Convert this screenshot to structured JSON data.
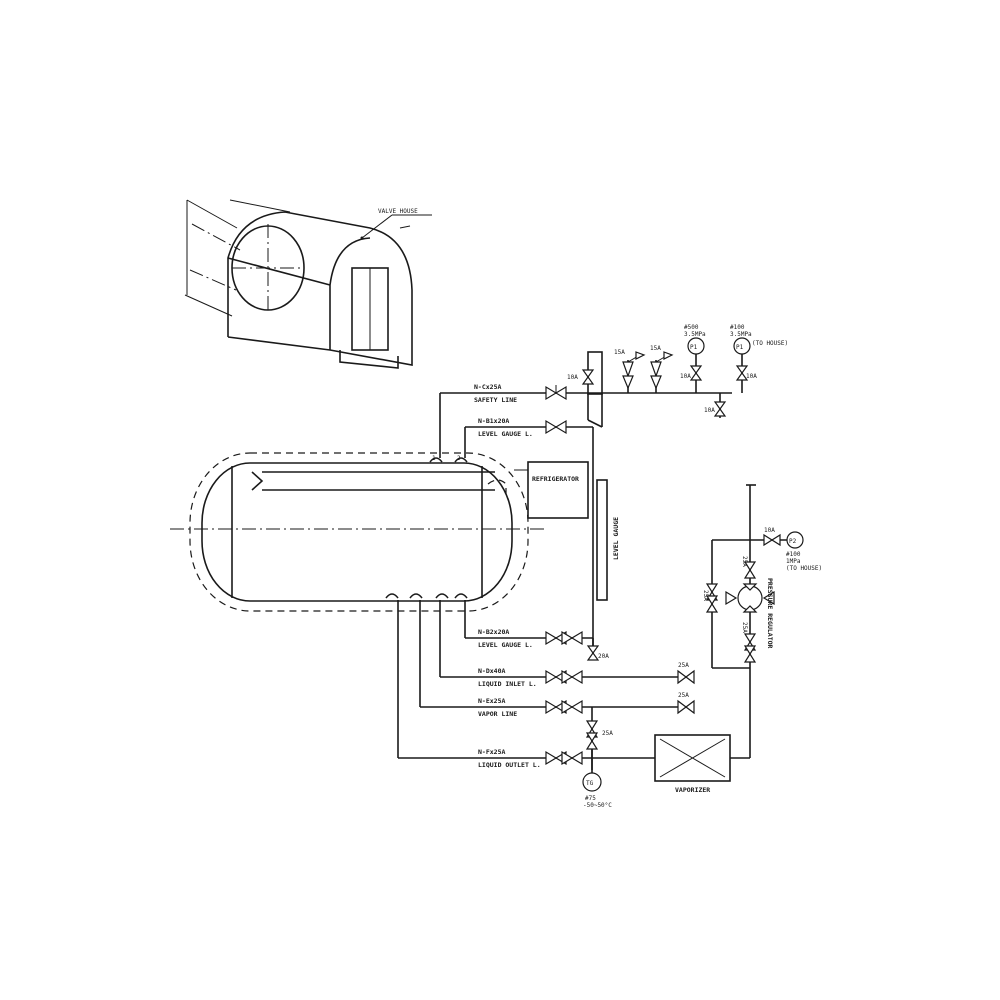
{
  "labels": {
    "valve_house": "VALVE HOUSE",
    "safety_line_code": "N-Cx25A",
    "safety_line": "SAFETY LINE",
    "level_gauge_upper_code": "N-B1x20A",
    "level_gauge_upper": "LEVEL GAUGE L.",
    "refrigerator": "REFRIGERATOR",
    "level_gauge": "LEVEL GAUGE",
    "level_gauge_lower_code": "N-B2x20A",
    "level_gauge_lower": "LEVEL GAUGE L.",
    "liquid_inlet_code": "N-Dx40A",
    "liquid_inlet": "LIQUID INLET L.",
    "vapor_line_code": "N-Ex25A",
    "vapor_line": "VAPOR LINE",
    "liquid_outlet_code": "N-Fx25A",
    "liquid_outlet": "LIQUID OUTLET L.",
    "vaporizer": "VAPORIZER",
    "pressure_regulator": "PRESSURE REGULATOR",
    "p1a_range": "#500",
    "p1a_press": "3.5MPa",
    "p1b_range": "#100",
    "p1b_press": "3.5MPa",
    "to_house_1": "(TO HOUSE)",
    "p2_range": "#100",
    "p2_press": "1MPa",
    "to_house_2": "(TO HOUSE)",
    "tg_range": "#75",
    "tg_temp": "-50~50°C",
    "gauge_p1": "P1",
    "gauge_p2": "P2",
    "gauge_tg": "TG",
    "size_10a": "10A",
    "size_15a": "15A",
    "size_20a": "20A",
    "size_25a": "25A"
  }
}
